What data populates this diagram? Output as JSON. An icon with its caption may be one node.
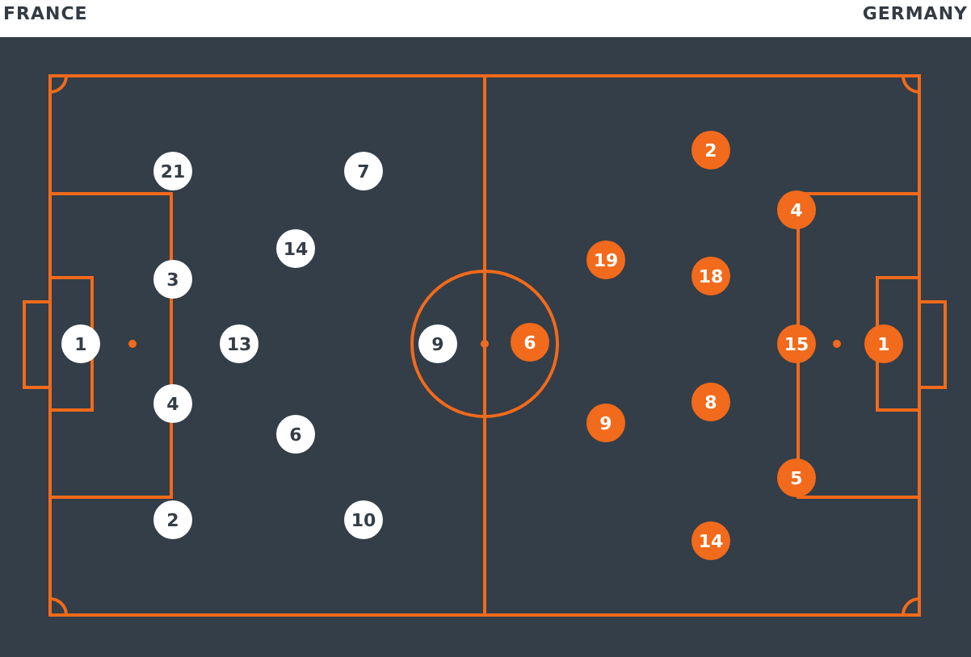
{
  "diagram": {
    "nodes": [
      {
        "text": [
          "21"
        ]
      },
      {
        "text": [
          "7"
        ]
      },
      {
        "text": [
          "14"
        ]
      },
      {
        "text": [
          "3"
        ]
      },
      {
        "text": [
          "1"
        ]
      },
      {
        "text": [
          "13"
        ]
      },
      {
        "text": [
          "9"
        ]
      },
      {
        "text": [
          "4"
        ]
      },
      {
        "text": [
          "6"
        ]
      },
      {
        "text": [
          "2"
        ]
      },
      {
        "text": [
          "10"
        ]
      },
      {
        "text": [
          "2"
        ]
      },
      {
        "text": [
          "4"
        ]
      },
      {
        "text": [
          "19"
        ]
      },
      {
        "text": [
          "18"
        ]
      },
      {
        "text": [
          "6"
        ]
      },
      {
        "text": [
          "15"
        ]
      },
      {
        "text": [
          "1"
        ]
      },
      {
        "text": [
          "8"
        ]
      },
      {
        "text": [
          "9"
        ]
      },
      {
        "text": [
          "5"
        ]
      },
      {
        "text": [
          "14"
        ]
      }
    ],
    "labels": [
      "FRANCE",
      "GERMANY"
    ]
  }
}
